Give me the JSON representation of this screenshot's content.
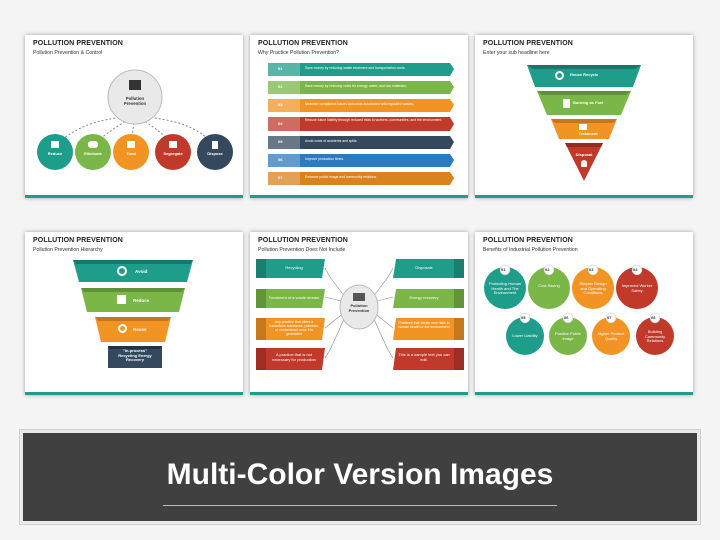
{
  "slides": [
    {
      "title": "POLLUTION PREVENTION",
      "subtitle": "Pollution Prevention & Control",
      "center_label": "Pollution Prevention",
      "circles": [
        {
          "label": "Reduce",
          "color": "#1e9e8a"
        },
        {
          "label": "Eliminate",
          "color": "#7ab648"
        },
        {
          "label": "Treat",
          "color": "#f29423"
        },
        {
          "label": "Segregate",
          "color": "#c0392b"
        },
        {
          "label": "Dispose",
          "color": "#34495e"
        }
      ]
    },
    {
      "title": "POLLUTION PREVENTION",
      "subtitle": "Why Practice Pollution Prevention?",
      "rows": [
        {
          "num": "01",
          "text": "Save money by reducing waste treatment and transportation costs.",
          "color": "#1e9e8a"
        },
        {
          "num": "02",
          "text": "Save money by reducing costs for energy, water, and raw materials.",
          "color": "#7ab648"
        },
        {
          "num": "03",
          "text": "Minimize compliance issues and costs associated with regulated wastes.",
          "color": "#f29423"
        },
        {
          "num": "04",
          "text": "Reduce future liability through reduced risks to workers, communities, and the environment.",
          "color": "#c0392b"
        },
        {
          "num": "05",
          "text": "Avoid costs of accidents and spills.",
          "color": "#34495e"
        },
        {
          "num": "06",
          "text": "Improve production times.",
          "color": "#2b7bc0"
        },
        {
          "num": "07",
          "text": "Enhance public image and community relations.",
          "color": "#d9821e"
        }
      ]
    },
    {
      "title": "POLLUTION PREVENTION",
      "subtitle": "Enter your sub headline here",
      "levels": [
        {
          "label": "Reuse Recycle",
          "color": "#1e9e8a"
        },
        {
          "label": "Burning as Fuel",
          "color": "#7ab648"
        },
        {
          "label": "Treatment",
          "color": "#f29423"
        },
        {
          "label": "Disposal",
          "color": "#c0392b"
        }
      ]
    },
    {
      "title": "POLLUTION PREVENTION",
      "subtitle": "Pollution Prevention Hierarchy",
      "levels": [
        {
          "label": "Avoid",
          "color": "#1e9e8a"
        },
        {
          "label": "Reduce",
          "color": "#7ab648"
        },
        {
          "label": "Reuse",
          "color": "#f29423"
        },
        {
          "label": "\"In-process\" Recycling Energy Recovery",
          "color": "#34495e"
        }
      ]
    },
    {
      "title": "POLLUTION PREVENTION",
      "subtitle": "Pollution Prevention Does Not Include",
      "center_label": "Pollution Prevention",
      "left": [
        {
          "text": "Recycling",
          "color": "#1e9e8a"
        },
        {
          "text": "Treatment of a waste stream",
          "color": "#7ab648"
        },
        {
          "text": "Any practice that alters a hazardous substance, pollutant, or contaminant once it is generated",
          "color": "#f29423"
        },
        {
          "text": "A practice that is not necessary for production",
          "color": "#c0392b"
        }
      ],
      "right": [
        {
          "text": "Disposals",
          "color": "#1e9e8a"
        },
        {
          "text": "Energy recovery",
          "color": "#7ab648"
        },
        {
          "text": "Practices that create new risks to human health or the environment",
          "color": "#f29423"
        },
        {
          "text": "This is a sample text you can edit.",
          "color": "#c0392b"
        }
      ]
    },
    {
      "title": "POLLUTION PREVENTION",
      "subtitle": "Benefits of Industrial Pollution Prevention",
      "top": [
        {
          "num": "01",
          "text": "Protecting Human Health and The Environment",
          "color": "#1e9e8a"
        },
        {
          "num": "02",
          "text": "Cost Saving",
          "color": "#7ab648"
        },
        {
          "num": "03",
          "text": "Simpler Design and Operating Conditions",
          "color": "#f29423"
        },
        {
          "num": "04",
          "text": "Improved Worker Safety",
          "color": "#c0392b"
        }
      ],
      "bottom": [
        {
          "num": "05",
          "text": "Lower Liability",
          "color": "#1e9e8a"
        },
        {
          "num": "06",
          "text": "Positive Public Image",
          "color": "#7ab648"
        },
        {
          "num": "07",
          "text": "Higher Product Quality",
          "color": "#f29423"
        },
        {
          "num": "08",
          "text": "Building Community Relations",
          "color": "#c0392b"
        }
      ]
    }
  ],
  "banner": {
    "title": "Multi-Color Version Images"
  }
}
